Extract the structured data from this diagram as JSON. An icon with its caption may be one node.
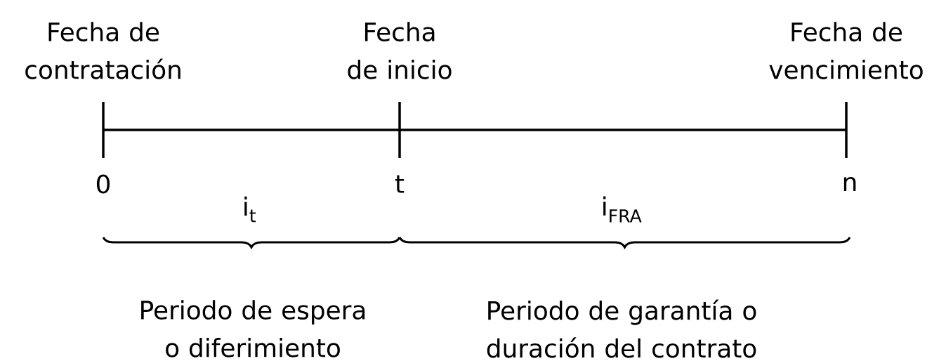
{
  "diagram": {
    "labels": [
      "Fecha de contratación",
      "Fecha de inicio",
      "Fecha de vencimiento",
      "0",
      "t",
      "n",
      "i$_{t}$",
      "i$_{FRA}$",
      "Periodo de espera o diferimiento",
      "Periodo de garantía o duración del contrato"
    ]
  }
}
